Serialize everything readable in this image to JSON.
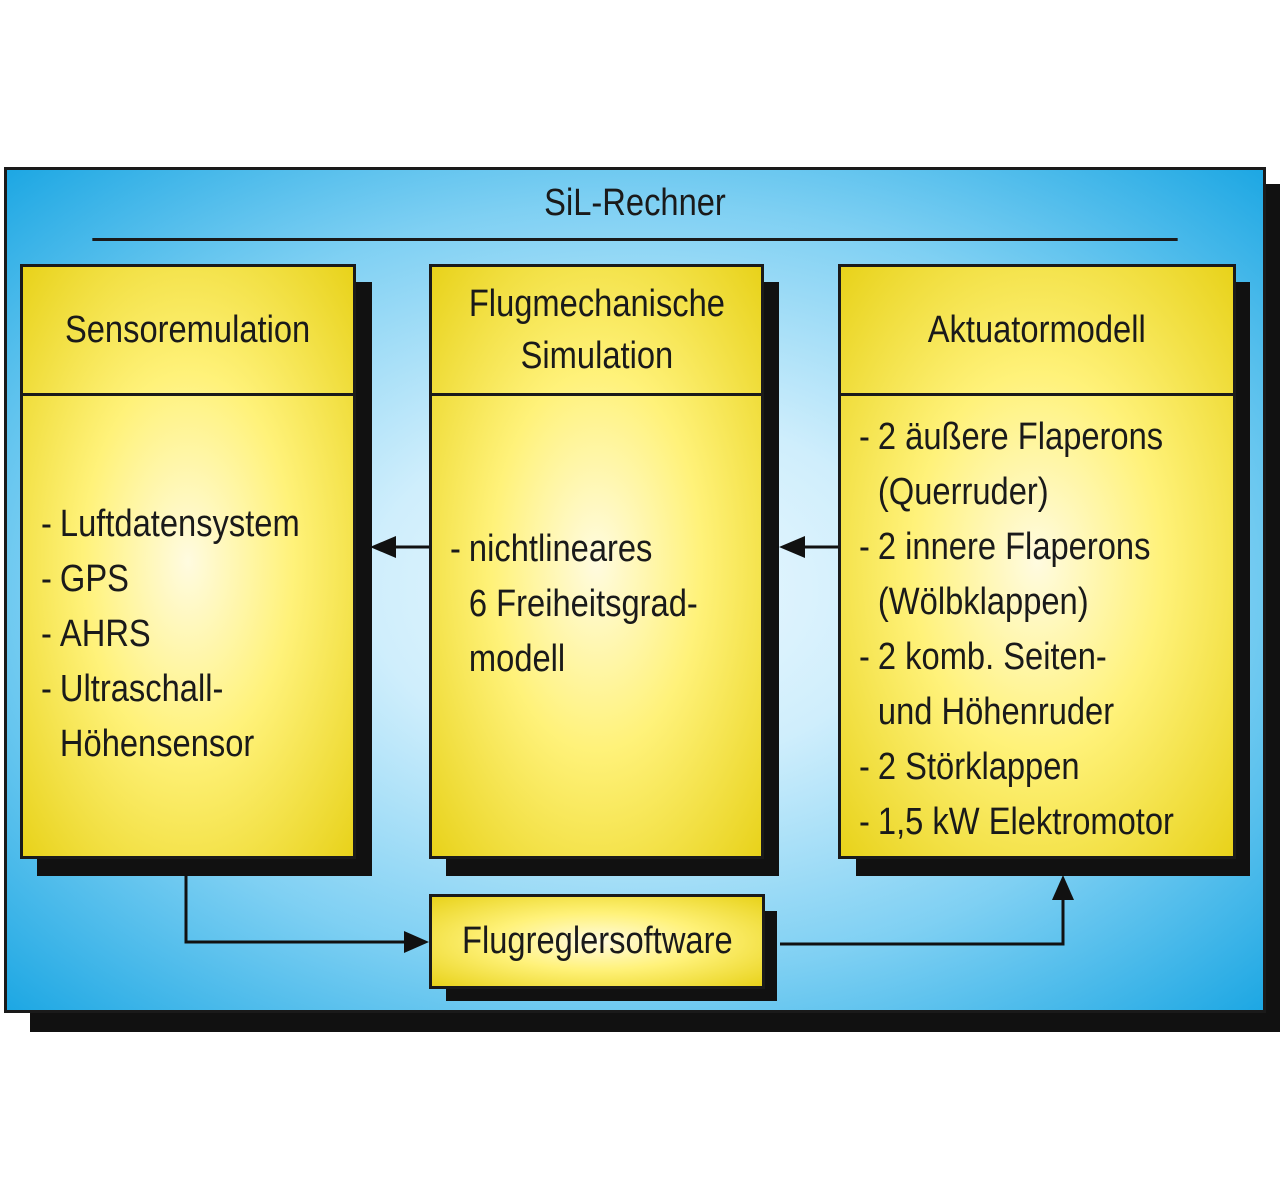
{
  "frame": {
    "title": "SiL-Rechner"
  },
  "blocks": {
    "sensor": {
      "title": "Sensoremulation",
      "items": [
        {
          "dash": "-",
          "text": "Luftdatensystem"
        },
        {
          "dash": "-",
          "text": "GPS"
        },
        {
          "dash": "-",
          "text": "AHRS"
        },
        {
          "dash": "-",
          "text": "Ultraschall-"
        },
        {
          "dash": "",
          "text": "Höhensensor"
        }
      ]
    },
    "flight": {
      "title_line1": "Flugmechanische",
      "title_line2": "Simulation",
      "items": [
        {
          "dash": "-",
          "text": "nichtlineares"
        },
        {
          "dash": "",
          "text": "6 Freiheitsgrad-"
        },
        {
          "dash": "",
          "text": "modell"
        }
      ]
    },
    "actuator": {
      "title": "Aktuatormodell",
      "items": [
        {
          "dash": "-",
          "text": "2 äußere Flaperons"
        },
        {
          "dash": "",
          "text": "(Querruder)"
        },
        {
          "dash": "-",
          "text": "2 innere Flaperons"
        },
        {
          "dash": "",
          "text": "(Wölbklappen)"
        },
        {
          "dash": "-",
          "text": "2 komb. Seiten-"
        },
        {
          "dash": "",
          "text": "und Höhenruder"
        },
        {
          "dash": "-",
          "text": "2 Störklappen"
        },
        {
          "dash": "-",
          "text": "1,5 kW Elektromotor"
        }
      ]
    },
    "controller": {
      "title": "Flugreglersoftware"
    }
  }
}
